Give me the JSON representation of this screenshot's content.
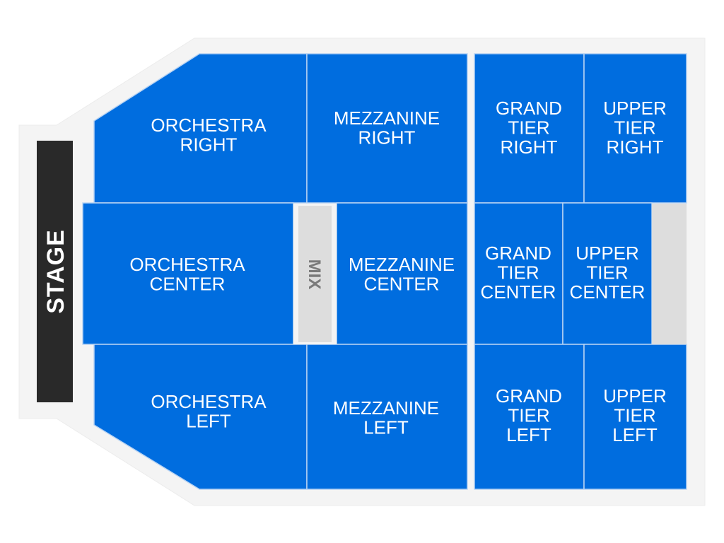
{
  "map": {
    "stage_label": "STAGE",
    "mix_label": "MIX",
    "colors": {
      "section": "#006ddf",
      "stage": "#292929",
      "floor": "#f4f4f4",
      "mix": "#dddddd",
      "text": "#ffffff"
    },
    "sections": [
      {
        "id": "orchestra-right",
        "lines": [
          "ORCHESTRA",
          "RIGHT"
        ]
      },
      {
        "id": "mezzanine-right",
        "lines": [
          "MEZZANINE",
          "RIGHT"
        ]
      },
      {
        "id": "grand-tier-right",
        "lines": [
          "GRAND",
          "TIER",
          "RIGHT"
        ]
      },
      {
        "id": "upper-tier-right",
        "lines": [
          "UPPER",
          "TIER",
          "RIGHT"
        ]
      },
      {
        "id": "orchestra-center",
        "lines": [
          "ORCHESTRA",
          "CENTER"
        ]
      },
      {
        "id": "mezzanine-center",
        "lines": [
          "MEZZANINE",
          "CENTER"
        ]
      },
      {
        "id": "grand-tier-center",
        "lines": [
          "GRAND",
          "TIER",
          "CENTER"
        ]
      },
      {
        "id": "upper-tier-center",
        "lines": [
          "UPPER",
          "TIER",
          "CENTER"
        ]
      },
      {
        "id": "orchestra-left",
        "lines": [
          "ORCHESTRA",
          "LEFT"
        ]
      },
      {
        "id": "mezzanine-left",
        "lines": [
          "MEZZANINE",
          "LEFT"
        ]
      },
      {
        "id": "grand-tier-left",
        "lines": [
          "GRAND",
          "TIER",
          "LEFT"
        ]
      },
      {
        "id": "upper-tier-left",
        "lines": [
          "UPPER",
          "TIER",
          "LEFT"
        ]
      }
    ]
  }
}
